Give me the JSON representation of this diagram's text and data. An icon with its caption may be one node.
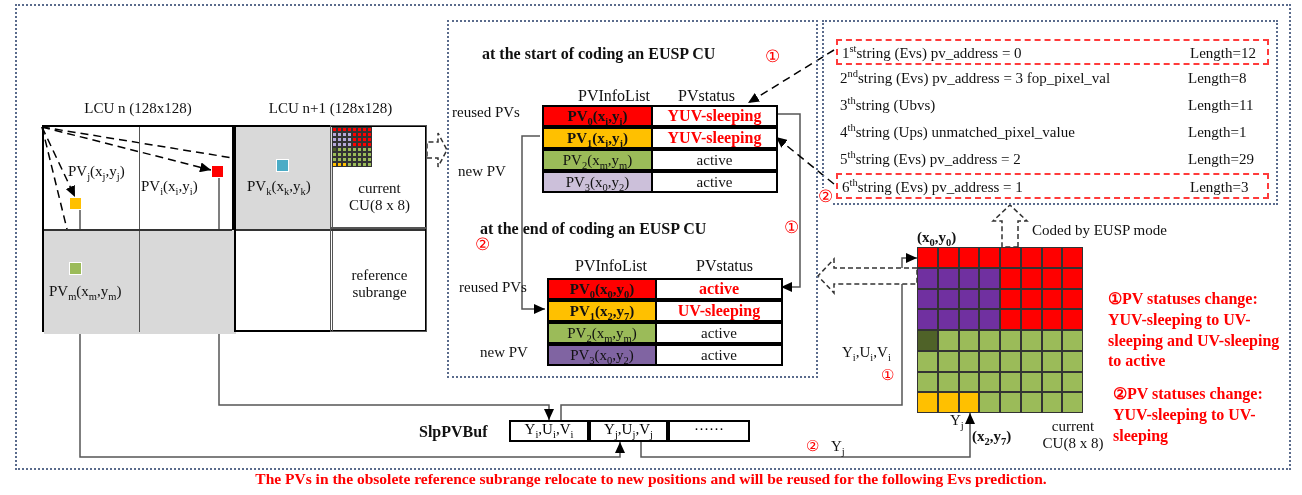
{
  "diagram": {
    "caption": "The PVs in the obsolete reference subrange relocate to new positions and will be reused for the following Evs prediction.",
    "nodes": [
      {
        "text": [
          "LCU n (128x128)"
        ]
      },
      {
        "text": [],
        "shape": "box",
        "beside": [
          "PV$_{j}$(x$_{j}$,y$_{j}$)"
        ],
        "in": 0
      },
      {
        "text": [],
        "shape": "box",
        "beside": [
          "PV$_{i}$(x$_{i}$,y$_{i}$)"
        ],
        "in": 0
      },
      {
        "text": [],
        "shape": "box",
        "beside": [
          "PV$_{m}$(x$_{m}$,y$_{m}$)"
        ],
        "in": 0
      },
      {
        "text": [
          "LCU n+1 (128x128)"
        ]
      },
      {
        "text": [],
        "shape": "box",
        "beside": [
          "PV$_{k}$(x$_{k}$,y$_{k}$)"
        ],
        "in": 4
      },
      {
        "text": [
          "current CU(8 x 8)"
        ],
        "in": 4
      },
      {
        "text": [
          "reference subrange"
        ],
        "in": 4
      },
      {
        "text": [],
        "shape": "box"
      },
      {
        "text": [
          "at the start of coding an EUSP CU",
          "PVInfoList",
          "PVstatus"
        ],
        "in": 8
      },
      {
        "text": [
          "PV$_{0}$(x$_{i}$,y$_{i}$)",
          "YUV-sleeping"
        ],
        "in": 9
      },
      {
        "text": [
          "PV$_{1}$(x$_{j}$,y$_{j}$)",
          "YUV-sleeping"
        ],
        "in": 9
      },
      {
        "text": [
          "PV$_{2}$(x$_{m}$,y$_{m}$)",
          "active"
        ],
        "in": 9
      },
      {
        "text": [
          "PV$_{3}$(x$_{0}$,y$_{2}$)",
          "active"
        ],
        "in": 9
      },
      {
        "text": [
          "at the end of coding an EUSP CU",
          "PVInfoList",
          "PVstatus"
        ],
        "in": 8
      },
      {
        "text": [
          "PV$_{0}$(x$_{0}$,y$_{0}$)",
          "active"
        ],
        "in": 14
      },
      {
        "text": [
          "PV$_{1}$(x$_{2}$,y$_{7}$)",
          "UV-sleeping"
        ],
        "in": 14
      },
      {
        "text": [
          "PV$_{2}$(x$_{m}$,y$_{m}$)",
          "active"
        ],
        "in": 14
      },
      {
        "text": [
          "PV$_{3}$(x$_{0}$,y$_{2}$)",
          "active"
        ],
        "in": 14
      },
      {
        "text": [],
        "shape": "box"
      },
      {
        "text": [
          "1$^{st}$string (Evs) pv_address = 0",
          "Length=12"
        ],
        "in": 19
      },
      {
        "text": [
          "2$^{nd}$string (Evs) pv_address = 3 fop_pixel_val",
          "Length=8"
        ],
        "in": 19
      },
      {
        "text": [
          "3$^{th}$string (Ubvs)",
          "Length=11"
        ],
        "in": 19
      },
      {
        "text": [
          "4$^{th}$string (Ups) unmatched_pixel_value",
          "Length=1"
        ],
        "in": 19
      },
      {
        "text": [
          "5$^{th}$string (Evs) pv_address = 2",
          "Length=29"
        ],
        "in": 19
      },
      {
        "text": [
          "6$^{th}$string (Evs) pv_address = 1",
          "Length=3"
        ],
        "in": 19
      },
      {
        "text": [
          "SlpPVBuf"
        ]
      },
      {
        "text": [
          "Y$_{i}$,U$_{i}$,V$_{i}$"
        ],
        "in": 26
      },
      {
        "text": [
          "Y$_{j}$,U$_{j}$,V$_{j}$"
        ],
        "in": 26
      },
      {
        "text": [
          "······"
        ],
        "in": 26
      },
      {
        "text": [],
        "shape": "grid",
        "beside": [
          "(x$_{0}$,y$_{0}$)",
          "(x$_{2}$,y$_{7}$)",
          "current CU(8 x 8)"
        ]
      }
    ],
    "edges": [
      {
        "from": 0,
        "to": 1,
        "arrow": "to",
        "style": "dashed"
      },
      {
        "from": 0,
        "to": 2,
        "arrow": "to",
        "style": "dashed"
      },
      {
        "from": 0,
        "to": 5,
        "arrow": "to",
        "style": "dashed"
      },
      {
        "from": 0,
        "to": 3,
        "arrow": "to",
        "style": "dashed"
      },
      {
        "from": 1,
        "to": 28,
        "arrow": "to"
      },
      {
        "from": 2,
        "to": 27,
        "arrow": "to"
      },
      {
        "from": 6,
        "to": 8,
        "arrow": "to",
        "style": "dashed"
      },
      {
        "from": 10,
        "to": 15,
        "arrow": "to",
        "label": "①"
      },
      {
        "from": 11,
        "to": 16,
        "arrow": "to",
        "label": "②"
      },
      {
        "from": 20,
        "to": 10,
        "arrow": "to",
        "style": "dashed",
        "label": "①"
      },
      {
        "from": 25,
        "to": 11,
        "arrow": "to",
        "style": "dashed",
        "label": "②"
      },
      {
        "from": 27,
        "to": 30,
        "arrow": "to",
        "label": "Y$_{i}$,U$_{i}$,V$_{i}$"
      },
      {
        "from": 28,
        "to": 30,
        "arrow": "to",
        "label": "Y$_{j}$"
      },
      {
        "from": 30,
        "to": 19,
        "arrow": "to",
        "style": "dashed",
        "label": "Coded by EUSP mode"
      },
      {
        "from": 30,
        "to": 8,
        "arrow": "to",
        "style": "dashed"
      }
    ],
    "labels": [
      "reused PVs",
      "new PV",
      "reused PVs",
      "new PV",
      "①",
      "①PV statuses change: YUV-sleeping to UV-sleeping and UV-sleeping to active",
      "②PV statuses change: YUV-sleeping to UV-sleeping",
      "Y$_{j}$",
      "②"
    ]
  }
}
